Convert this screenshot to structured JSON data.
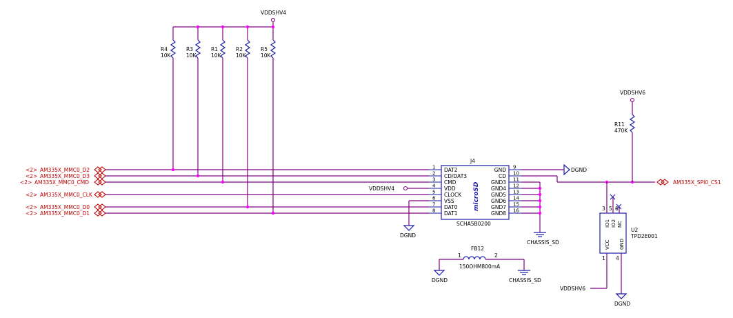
{
  "rails": {
    "vddshv4_top": "VDDSHV4",
    "vddshv4_pin": "VDDSHV4",
    "vddshv6_top": "VDDSHV6",
    "vddshv6_bottom": "VDDSHV6"
  },
  "resistors": [
    {
      "ref": "R4",
      "value": "10K"
    },
    {
      "ref": "R3",
      "value": "10K"
    },
    {
      "ref": "R1",
      "value": "10K"
    },
    {
      "ref": "R2",
      "value": "10K"
    },
    {
      "ref": "R5",
      "value": "10K"
    },
    {
      "ref": "R11",
      "value": "470K"
    }
  ],
  "nets": {
    "d2": "AM335X_MMC0_D2",
    "d3": "AM335X_MMC0_D3",
    "cmd": "AM335X_MMC0_CMD",
    "clk": "AM335X_MMC0_CLK",
    "d0": "AM335X_MMC0_D0",
    "d1": "AM335X_MMC0_D1",
    "cs1": "AM335X_SPI0_CS1"
  },
  "io_marker": "<2>",
  "connector": {
    "ref": "J4",
    "part": "SCHA5B0200",
    "label": "microSD",
    "left_pins": [
      {
        "num": "1",
        "name": "DAT2"
      },
      {
        "num": "2",
        "name": "CD/DAT3"
      },
      {
        "num": "3",
        "name": "CMD"
      },
      {
        "num": "4",
        "name": "VDD"
      },
      {
        "num": "5",
        "name": "CLOCK"
      },
      {
        "num": "6",
        "name": "VSS"
      },
      {
        "num": "7",
        "name": "DAT0"
      },
      {
        "num": "8",
        "name": "DAT1"
      }
    ],
    "right_pins": [
      {
        "num": "9",
        "name": "GND"
      },
      {
        "num": "10",
        "name": "CD"
      },
      {
        "num": "11",
        "name": "GND3"
      },
      {
        "num": "12",
        "name": "GND4"
      },
      {
        "num": "13",
        "name": "GND5"
      },
      {
        "num": "14",
        "name": "GND6"
      },
      {
        "num": "15",
        "name": "GND7"
      },
      {
        "num": "16",
        "name": "GND8"
      }
    ]
  },
  "grounds": {
    "dgnd_right": "DGND",
    "dgnd_vss": "DGND",
    "chassis_conn": "CHASSIS_SD",
    "dgnd_fb": "DGND",
    "chassis_fb": "CHASSIS_SD",
    "dgnd_u2": "DGND"
  },
  "ferrite": {
    "ref": "FB12",
    "value": "150OHM800mA",
    "pin1": "1",
    "pin2": "2"
  },
  "u2": {
    "ref": "U2",
    "part": "TPD2E001",
    "pins": [
      {
        "num": "3",
        "name": "IO1"
      },
      {
        "num": "5",
        "name": "IO2"
      },
      {
        "num": "6",
        "name": "NC"
      },
      {
        "num": "1",
        "name": "VCC"
      },
      {
        "num": "4",
        "name": "GND"
      }
    ]
  },
  "colors": {
    "wire": "#800080",
    "part": "#1a1aa8",
    "offpage": "#c00000",
    "junction": "#ff00ff"
  }
}
